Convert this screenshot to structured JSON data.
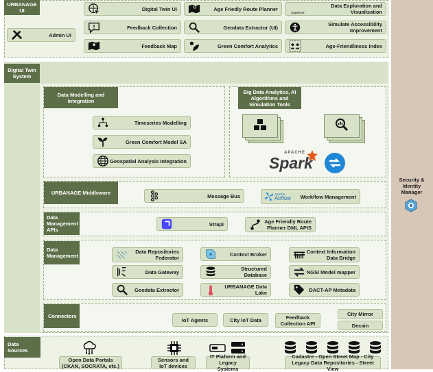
{
  "urbanage_ui": {
    "title": "URBANAGE UI",
    "items": {
      "admin": "Admin UI",
      "digital_twin": "Digital Twin UI",
      "feedback_collection": "Feedback Collection",
      "feedback_map": "Feedback Map",
      "route_planner": "Age Friedly Route Planner",
      "geodata_extractor_ui": "Geodata Extractor (UI)",
      "green_comfort_analytics": "Green Comfort Analytics",
      "data_exploration": "Data Exploration and Visualisation",
      "simulate_accessibility": "Simulate Accessibility Improvement",
      "age_friendliness_index": "Age-Friendliness Index",
      "superset_logo": "Superset"
    }
  },
  "digital_twin": {
    "title": "Digital Twin System"
  },
  "data_modelling": {
    "title": "Data Modelling and Integration",
    "items": {
      "timeseries": "Timeseries Modelling",
      "green_comfort": "Green Comfort Model SA",
      "geospatial": "Geospatial Analysis Integration"
    }
  },
  "big_data": {
    "title": "Big Data Analytics, AI Algorithms and Simulation Tools",
    "spark_small": "APACHE",
    "spark": "Spark"
  },
  "middleware": {
    "title": "URBANAGE Middleware",
    "message_bus": "Message Bus",
    "workflow": "Workflow Management",
    "airflow_small": "Apache",
    "airflow": "Airflow"
  },
  "dm_apis": {
    "title": "Data Management APIs",
    "strapi": "Strapi",
    "route_planner_apis": "Age Friendly Route Planner DML APIS"
  },
  "data_management": {
    "title": "Data Management",
    "items": {
      "repos_federator": "Data Repositories Federator",
      "context_broker": "Context Broker",
      "context_bridge": "Context Information Data Bridge",
      "data_gateway": "Data Gateway",
      "structured_db": "Structured Database",
      "ngsi_mapper": "NGSI Model mapper",
      "geodata_extractor": "Geodata Extractor",
      "data_lake": "URBANAGE Data Lake",
      "dact_ap": "DACT-AP Metadata"
    }
  },
  "connectors": {
    "title": "Connectors",
    "iot_agents": "IoT Agents",
    "city_iot": "City IoT Data",
    "feedback_api": "Feedback Collection API",
    "city_mirror": "City Mirror",
    "decain": "Decain"
  },
  "data_sources": {
    "title": "Data Sources",
    "open_data": "Open Data Portals (CKAN, SOCRATA, etc.)",
    "sensors": "Sensors and IoT devices",
    "it_platform": "IT Plaform and Legacy Systems",
    "cadastre": "Cadastre - Open Street Map - City Legacy Data Repositories - Street View"
  },
  "security": {
    "title": "Security & Identity Manager"
  },
  "colors": {
    "header": "#5d6f48",
    "box": "#d7e2c8",
    "band": "#eef3e6",
    "side": "#d6c7b6"
  }
}
